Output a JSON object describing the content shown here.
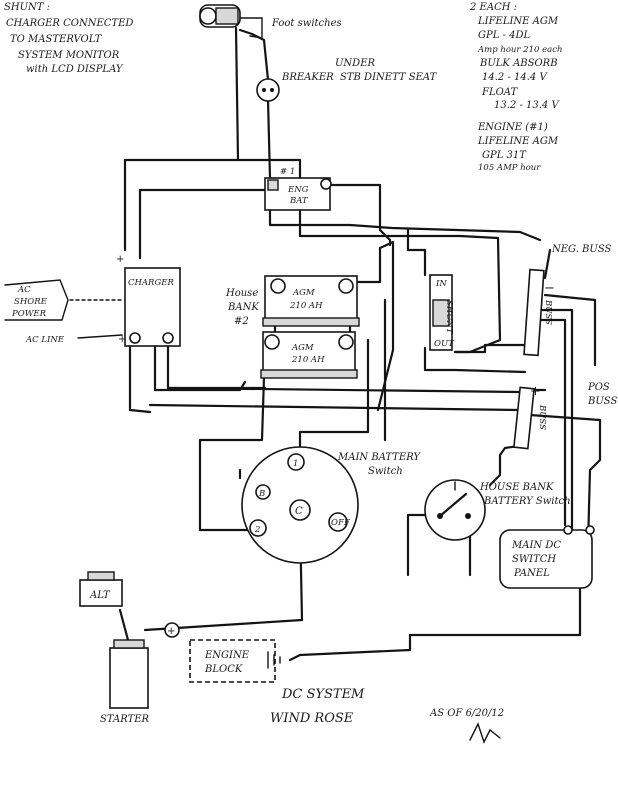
{
  "notes": {
    "top_left": [
      "SHUNT :",
      "CHARGER CONNECTED",
      "TO MASTERVOLT",
      "SYSTEM MONITOR",
      "with LCD DISPLAY"
    ],
    "top_right": [
      "2 EACH :",
      "LIFELINE AGM",
      "GPL - 4DL",
      "Amp hour 210 each",
      "BULK ABSORB",
      "14.2 - 14.4 V",
      "FLOAT",
      "13.2 - 13.4 V"
    ],
    "engine_battery": [
      "ENGINE (#1)",
      "LIFELINE AGM",
      "GPL 31T",
      "105 AMP hour"
    ]
  },
  "components": {
    "foot_switches": "Foot switches",
    "breaker": "BREAKER",
    "breaker_location": [
      "UNDER",
      "STB DINETT SEAT"
    ],
    "engine_battery_number": "# 1",
    "engine_battery": [
      "ENG",
      "BAT"
    ],
    "charger": "CHARGER",
    "ac_shore_power": [
      "AC",
      "SHORE",
      "POWER"
    ],
    "ac_line": "AC LINE",
    "house_bank": [
      "House",
      "BANK",
      "#2"
    ],
    "battery_top": [
      "AGM",
      "210 AH"
    ],
    "battery_bottom": [
      "AGM",
      "210 AH"
    ],
    "shunt": "SHUNT",
    "shunt_in": "IN",
    "shunt_out": "OUT",
    "neg_buss": "NEG. BUSS",
    "neg_buss_label": "BUSS",
    "pos_buss": [
      "POS",
      "BUSS"
    ],
    "pos_buss_label": "BUSS",
    "main_battery_switch": [
      "MAIN BATTERY",
      "Switch"
    ],
    "switch_1": "1",
    "switch_2": "2",
    "switch_b": "B",
    "switch_c": "C",
    "switch_off": "OFF",
    "house_bank_switch": [
      "HOUSE BANK",
      "BATTERY Switch"
    ],
    "main_dc_panel": [
      "MAIN DC",
      "SWITCH",
      "PANEL"
    ],
    "alt": "ALT",
    "starter": "STARTER",
    "engine_block": [
      "ENGINE",
      "BLOCK"
    ],
    "plus": "+",
    "minus": "−"
  },
  "title": {
    "line1": "DC   SYSTEM",
    "line2": "WIND ROSE",
    "date": "AS OF  6/20/12"
  }
}
